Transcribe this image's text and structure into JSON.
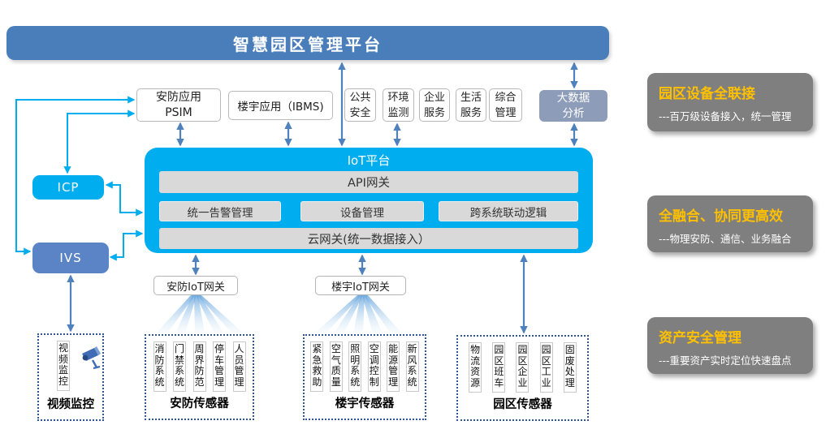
{
  "colors": {
    "accent_cyan": "#00aeef",
    "steel_blue": "#4f81bd",
    "banner_blue": "#4a7ebb",
    "panel_gray": "#7f7f7f",
    "highlight_orange": "#ffc000",
    "module_gray": "#d9d9d9",
    "bigdata_slate": "#8d9cb8",
    "ivs_blue": "#5b84c6",
    "dashed_border_blue": "#2f5597"
  },
  "banner": {
    "title": "智慧园区管理平台"
  },
  "apps": {
    "psim": {
      "line1": "安防应用",
      "line2": "PSIM"
    },
    "ibms": {
      "label": "楼宇应用（IBMS)"
    },
    "small": [
      {
        "line1": "公共",
        "line2": "安全"
      },
      {
        "line1": "环境",
        "line2": "监测"
      },
      {
        "line1": "企业",
        "line2": "服务"
      },
      {
        "line1": "生活",
        "line2": "服务"
      },
      {
        "line1": "综合",
        "line2": "管理"
      }
    ],
    "bigdata": {
      "line1": "大数据",
      "line2": "分析"
    }
  },
  "left_systems": {
    "icp": "ICP",
    "ivs": "IVS"
  },
  "platform": {
    "title": "IoT平台",
    "api_gateway": "API网关",
    "modules": [
      "统一告警管理",
      "设备管理",
      "跨系统联动逻辑"
    ],
    "cloud_gateway": "云网关(统一数据接入）"
  },
  "gateways": {
    "security": "安防IoT网关",
    "building": "楼宇IoT网关"
  },
  "sensor_groups": {
    "video": {
      "columns": [
        "视频监控"
      ],
      "label": "视频监控"
    },
    "security": {
      "columns": [
        "消防系统",
        "门禁系统",
        "周界防范",
        "停车管理",
        "人员管理"
      ],
      "label": "安防传感器"
    },
    "building": {
      "columns": [
        "紧急救助",
        "空气质量",
        "照明系统",
        "空调控制",
        "能源管理",
        "新风系统"
      ],
      "label": "楼宇传感器"
    },
    "park": {
      "columns": [
        "物流资源",
        "园区班车",
        "园区企业",
        "园区工业",
        "固废处理"
      ],
      "label": "园区传感器"
    }
  },
  "benefits": [
    {
      "title": "园区设备全联接",
      "desc": "---百万级设备接入，统一管理"
    },
    {
      "title": "全融合、协同更高效",
      "desc": "---物理安防、通信、业务融合"
    },
    {
      "title": "资产安全管理",
      "desc": "---重要资产实时定位快速盘点"
    }
  ],
  "icons": {
    "camera": "surveillance-camera"
  }
}
